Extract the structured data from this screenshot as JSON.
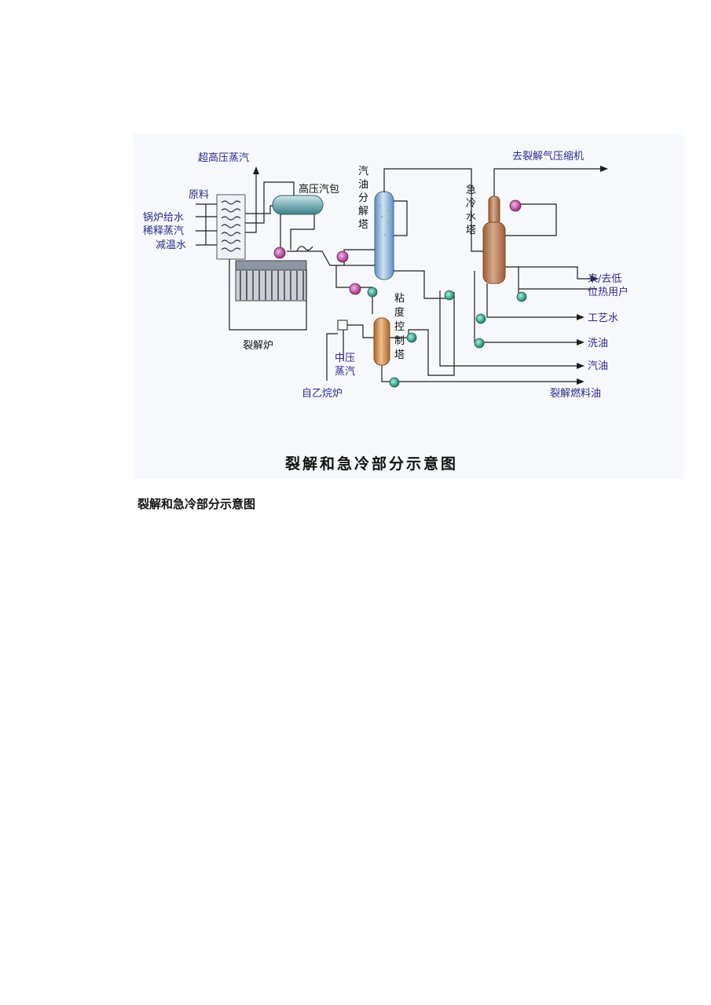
{
  "diagram": {
    "labels": {
      "super_high_pressure_steam": "超高压蒸汽",
      "feedstock": "原料",
      "boiler_feed_water": "锅炉给水",
      "dilution_steam": "稀释蒸汽",
      "desuperheating_water": "减温水",
      "hp_steam_drum": "高压汽包",
      "cracking_furnace": "裂解炉",
      "gasoline_fractionator": [
        "汽",
        "油",
        "分",
        "解",
        "塔"
      ],
      "quench_water_tower": [
        "急",
        "冷",
        "水",
        "塔"
      ],
      "to_cracked_gas_compressor": "去裂解气压缩机",
      "to_from_low_heat_users": [
        "来/去低",
        "位热用户"
      ],
      "process_water": "工艺水",
      "wash_oil": "洗油",
      "gasoline": "汽油",
      "cracked_fuel_oil": "裂解燃料油",
      "mp_steam": [
        "中压",
        "蒸汽"
      ],
      "viscosity_control_tower": [
        "粘",
        "度",
        "控",
        "制",
        "塔"
      ],
      "from_ethane_furnace": "自乙烷炉"
    },
    "caption": "裂解和急冷部分示意图"
  },
  "page_caption": "裂解和急冷部分示意图",
  "colors": {
    "label_blue": "#2a2a8f",
    "column_blue": "#8fb8dc",
    "tower_orange": "#c98a4e",
    "pump_green": "#2f9a86",
    "exchanger_magenta": "#b5459a"
  }
}
